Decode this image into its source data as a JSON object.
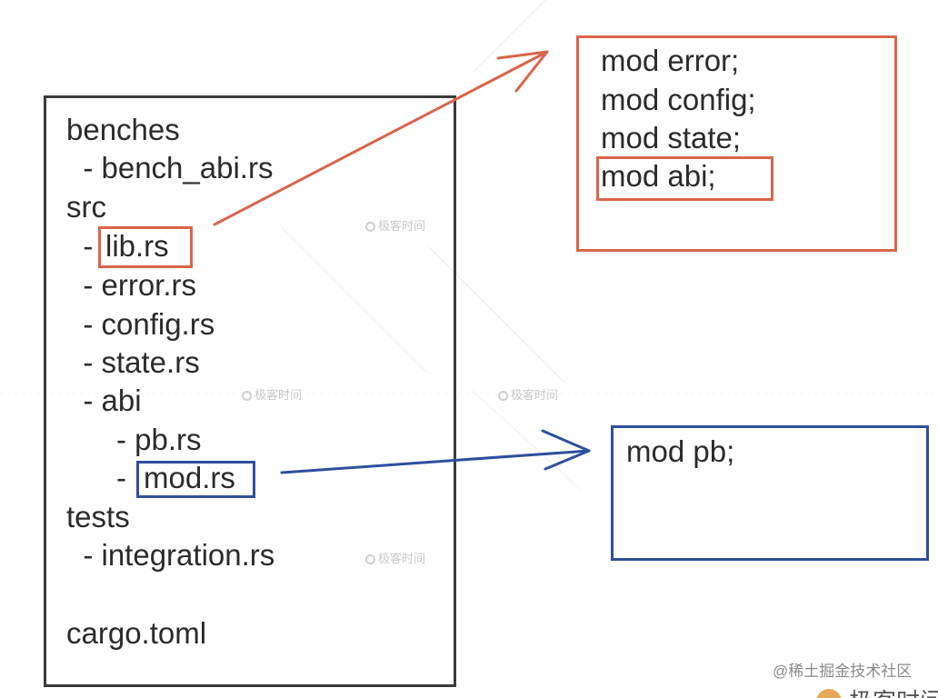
{
  "tree": {
    "lines": [
      "benches",
      "  - bench_abi.rs",
      "src",
      "  - ",
      "  - error.rs",
      "  - config.rs",
      "  - state.rs",
      "  - abi",
      "      - pb.rs",
      "      - ",
      "tests",
      "  - integration.rs",
      "",
      "cargo.toml"
    ],
    "lib_highlight": "lib.rs",
    "mod_highlight": "mod.rs"
  },
  "lib_file": {
    "lines": [
      "mod error;",
      "mod config;",
      "mod state;"
    ],
    "highlight": "mod abi;"
  },
  "mod_file": {
    "lines": [
      "mod pb;"
    ]
  },
  "watermark": {
    "text": "极客时间"
  },
  "credit": "@稀土掘金技术社区",
  "corner_text": "极客时间",
  "colors": {
    "tree_border": "#3b3b3b",
    "orange": "#d9654a",
    "blue": "#2e4f9c"
  }
}
